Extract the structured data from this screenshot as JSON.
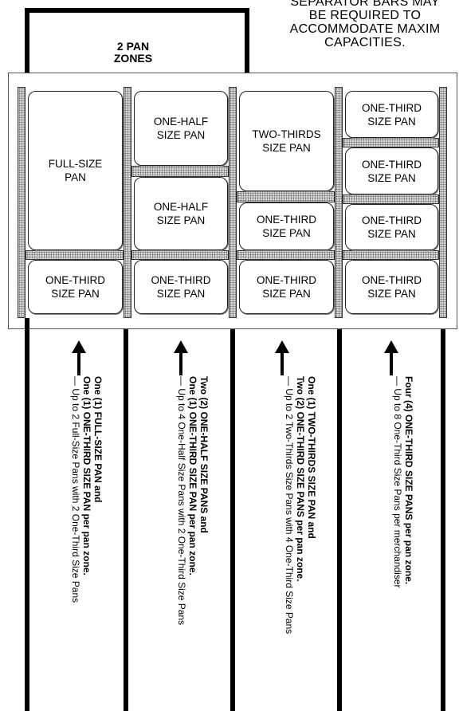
{
  "note": "SEPARATOR BARS MAY\nBE REQUIRED TO\nACCOMMODATE MAXIM\nCAPACITIES.",
  "zone_label": "2 PAN\nZONES",
  "columns": [
    {
      "pans": [
        "FULL-SIZE\nPAN",
        "ONE-THIRD\nSIZE PAN"
      ],
      "desc_bold_1": "One (1) FULL-SIZE PAN and",
      "desc_bold_2": "One (1) ONE-THIRD SIZE PAN per pan zone.",
      "desc_normal": "— Up to 2 Full-Size Pans with 2 One-Third Size Pans"
    },
    {
      "pans": [
        "ONE-HALF\nSIZE PAN",
        "ONE-HALF\nSIZE PAN",
        "ONE-THIRD\nSIZE PAN"
      ],
      "desc_bold_1": "Two (2) ONE-HALF SIZE PANS and",
      "desc_bold_2": "One (1) ONE-THIRD SIZE PAN per pan zone.",
      "desc_normal": "— Up to 4 One-Half Size Pans with 2 One-Third Size Pans"
    },
    {
      "pans": [
        "TWO-THIRDS\nSIZE PAN",
        "ONE-THIRD\nSIZE PAN",
        "ONE-THIRD\nSIZE PAN"
      ],
      "desc_bold_1": "One (1) TWO-THIRDS SIZE PAN and",
      "desc_bold_2": "Two (2) ONE-THIRD SIZE PANS per pan zone.",
      "desc_normal": "— Up to 2 Two-Thirds Size Pans with 4 One-Third Size Pans"
    },
    {
      "pans": [
        "ONE-THIRD\nSIZE PAN",
        "ONE-THIRD\nSIZE PAN",
        "ONE-THIRD\nSIZE PAN",
        "ONE-THIRD\nSIZE PAN"
      ],
      "desc_bold_1": "Four (4) ONE-THIRD SIZE PANS per pan zone.",
      "desc_normal": "— Up to 8 One-Third Size Pans per merchandiser"
    }
  ]
}
